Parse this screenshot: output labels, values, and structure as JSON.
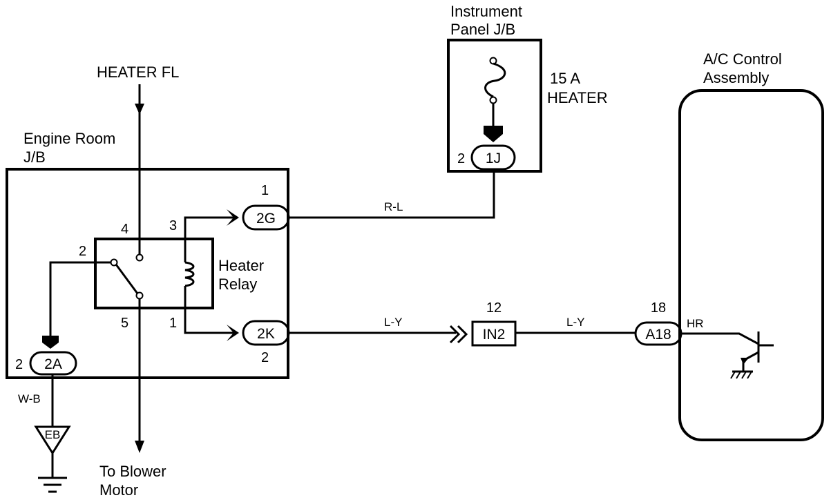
{
  "labels": {
    "heater_fl": "HEATER FL",
    "engine_room_1": "Engine Room",
    "engine_room_2": "J/B",
    "instrument_panel_1": "Instrument",
    "instrument_panel_2": "Panel J/B",
    "fuse_amps": "15 A",
    "fuse_name": "HEATER",
    "ac_control_1": "A/C Control",
    "ac_control_2": "Assembly",
    "heater_relay_1": "Heater",
    "heater_relay_2": "Relay",
    "to_blower_1": "To Blower",
    "to_blower_2": "Motor",
    "hr": "HR"
  },
  "connectors": {
    "c_2g": "2G",
    "c_2k": "2K",
    "c_2a": "2A",
    "c_1j": "1J",
    "c_in2": "IN2",
    "c_a18": "A18",
    "ground_eb": "EB"
  },
  "pins": {
    "p_2g": "1",
    "p_2k": "2",
    "p_2a": "2",
    "p_1j": "2",
    "p_in2": "12",
    "p_a18": "18",
    "relay_pin_4": "4",
    "relay_pin_3": "3",
    "relay_pin_2": "2",
    "relay_pin_5": "5",
    "relay_pin_1": "1"
  },
  "wire_colors": {
    "w_rl": "R-L",
    "w_ly_1": "L-Y",
    "w_ly_2": "L-Y",
    "w_wb": "W-B"
  }
}
